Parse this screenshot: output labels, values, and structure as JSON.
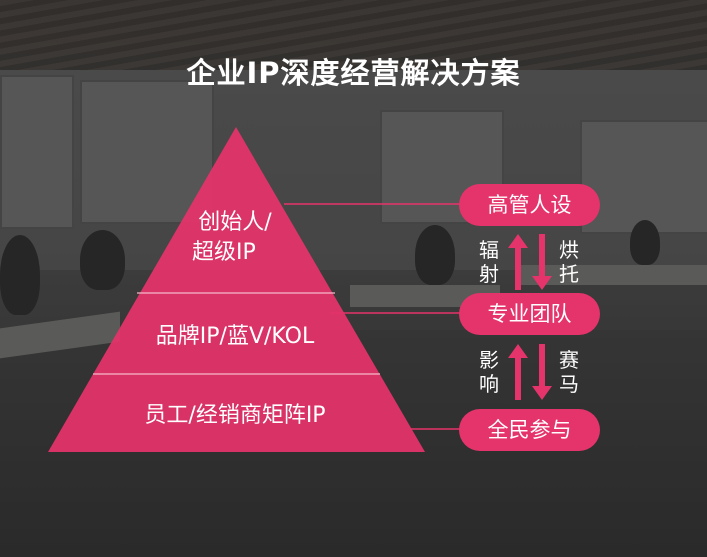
{
  "title": "企业IP深度经营解决方案",
  "colors": {
    "accent": "#e5336b",
    "text": "#ffffff"
  },
  "pyramid": {
    "tiers": [
      {
        "line1": "创始人/",
        "line2": "超级IP"
      },
      {
        "label": "品牌IP/蓝V/KOL"
      },
      {
        "label": "员工/经销商矩阵IP"
      }
    ]
  },
  "ladder": {
    "levels": [
      "高管人设",
      "专业团队",
      "全民参与"
    ],
    "up_labels": [
      [
        "辐",
        "射"
      ],
      [
        "影",
        "响"
      ]
    ],
    "down_labels": [
      [
        "烘",
        "托"
      ],
      [
        "赛",
        "马"
      ]
    ],
    "icons": {
      "up": "arrow-up-icon",
      "down": "arrow-down-icon"
    }
  }
}
